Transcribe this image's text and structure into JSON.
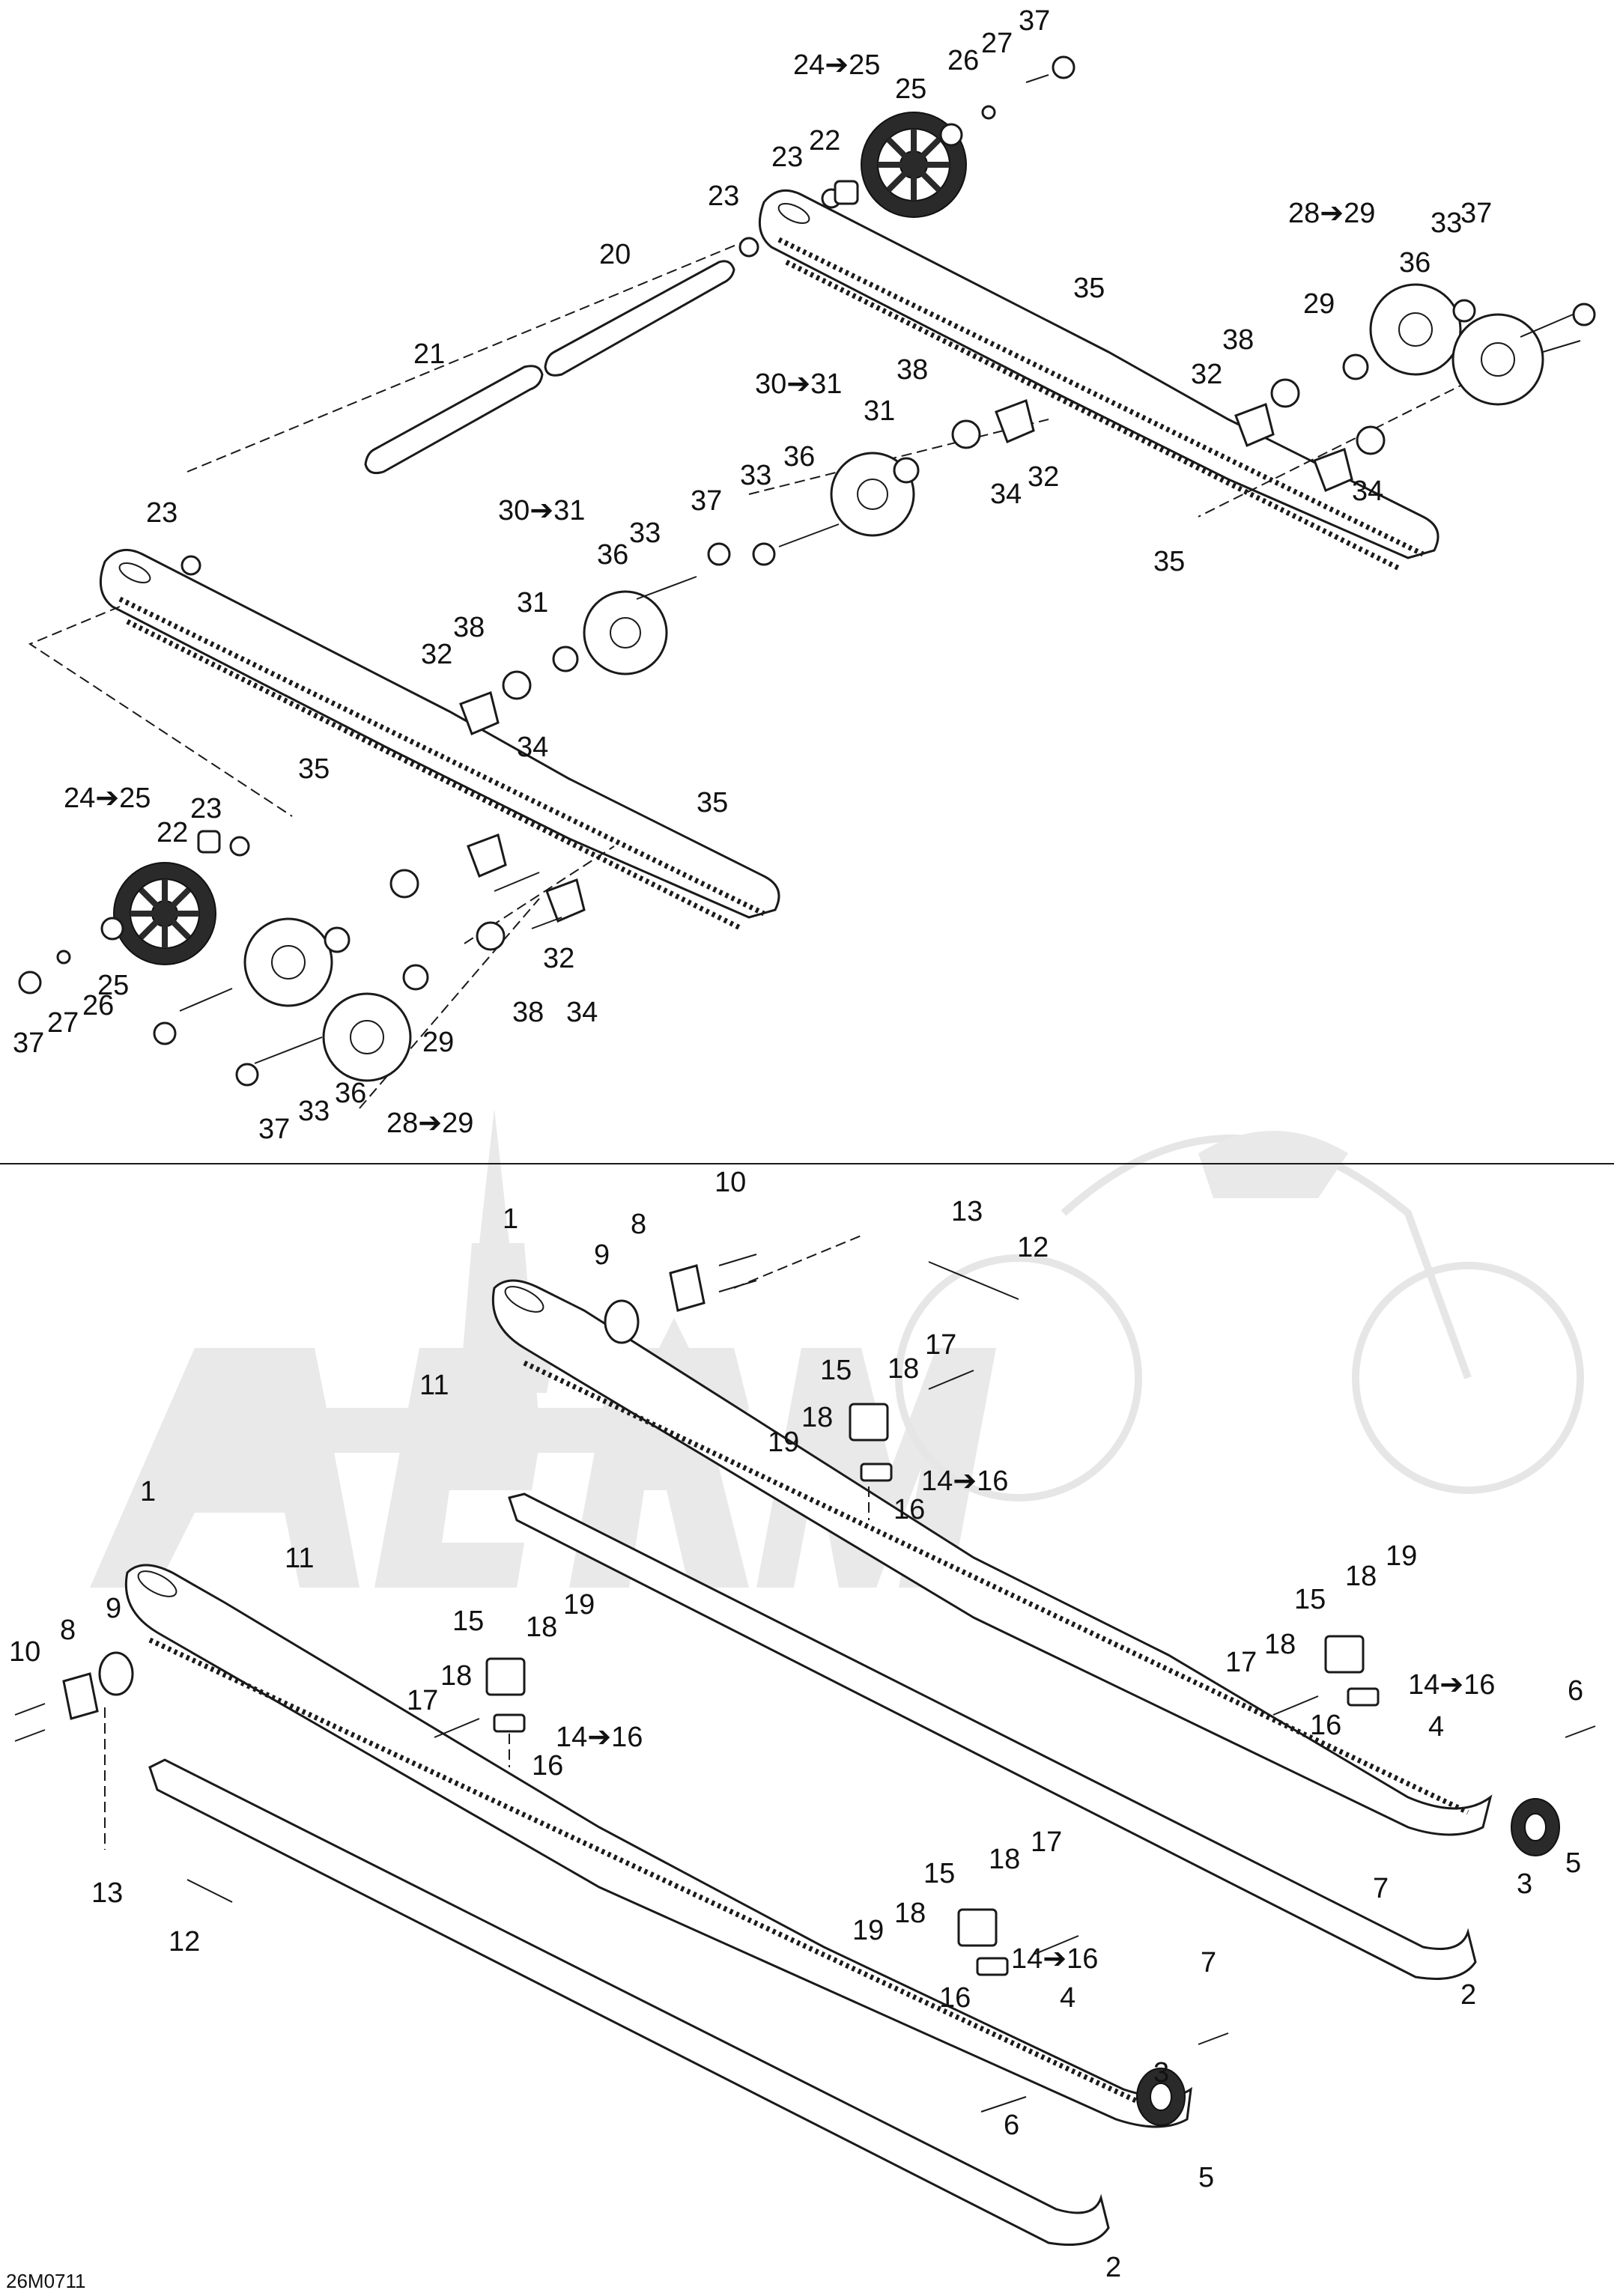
{
  "drawing_code": "26M0711",
  "watermark": "logo",
  "callouts": {
    "upper": [
      "24➔25",
      "25",
      "26",
      "27",
      "37",
      "23",
      "22",
      "23",
      "20",
      "21",
      "23",
      "28➔29",
      "33",
      "37",
      "36",
      "29",
      "35",
      "38",
      "32",
      "34",
      "30➔31",
      "31",
      "38",
      "32",
      "34",
      "36",
      "33",
      "37",
      "30➔31",
      "36",
      "33",
      "31",
      "38",
      "32",
      "34",
      "35",
      "35",
      "35",
      "24➔25",
      "22",
      "23",
      "32",
      "34",
      "38",
      "25",
      "26",
      "27",
      "37",
      "29",
      "36",
      "28➔29",
      "33",
      "37"
    ],
    "lower": [
      "1",
      "8",
      "10",
      "9",
      "11",
      "13",
      "12",
      "17",
      "18",
      "15",
      "19",
      "18",
      "14➔16",
      "16",
      "1",
      "11",
      "10",
      "8",
      "9",
      "15",
      "18",
      "19",
      "18",
      "17",
      "14➔16",
      "16",
      "13",
      "12",
      "15",
      "18",
      "19",
      "18",
      "17",
      "14➔16",
      "16",
      "4",
      "6",
      "3",
      "5",
      "7",
      "2",
      "15",
      "18",
      "19",
      "18",
      "17",
      "14➔16",
      "16",
      "4",
      "3",
      "5",
      "6",
      "7",
      "2"
    ]
  }
}
